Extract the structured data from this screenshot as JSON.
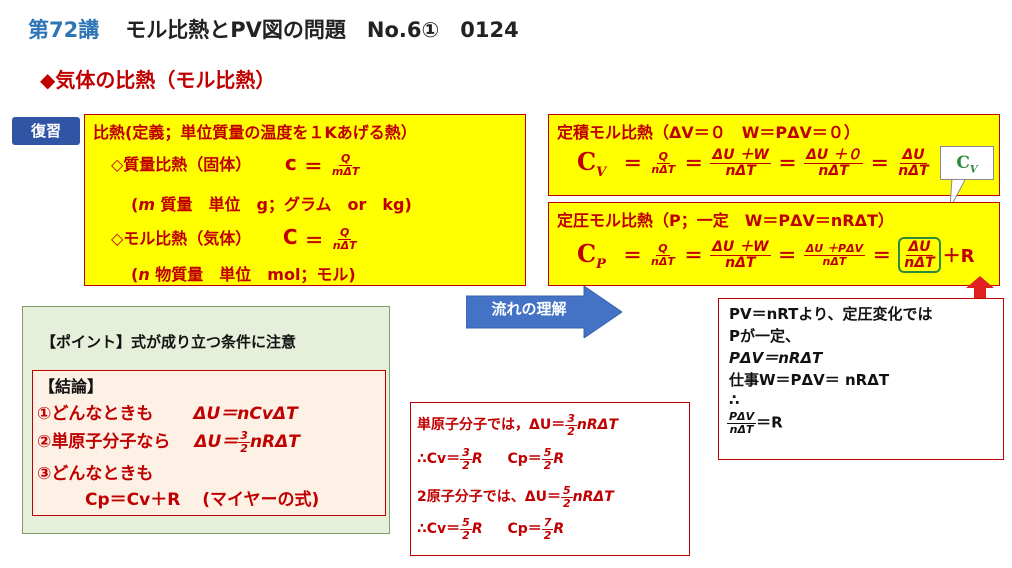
{
  "header": {
    "lecture": "第72講",
    "title": "モル比熱とPV図の問題　No.6①　0124"
  },
  "subtitle": "◆気体の比熱（モル比熱）",
  "review_badge": "復習",
  "review_box": {
    "heading": "比熱(定義；単位質量の温度を１Kあげる熱）",
    "mass_label": "◇質量比熱（固体）",
    "mass_symbol": "c",
    "mass_frac_num": "Q",
    "mass_frac_den": "mΔT",
    "mass_unit_prefix": "m",
    "mass_unit_text": " 質量　単位　g；グラム　or　kg)",
    "molar_label": "◇モル比熱（気体）",
    "molar_symbol": "C",
    "molar_frac_num": "Q",
    "molar_frac_den": "nΔT",
    "molar_unit_prefix": "n",
    "molar_unit_text": " 物質量　単位　mol；モル)"
  },
  "cv_box": {
    "heading": "定積モル比熱（ΔV＝０　W＝PΔV＝０）",
    "symbol": "C",
    "symbol_sub": "V",
    "f1_num": "Q",
    "f1_den": "nΔT",
    "f2_num": "ΔU ＋W",
    "f2_den": "nΔT",
    "f3_num": "ΔU ＋０",
    "f3_den": "nΔT",
    "f4_num": "ΔU",
    "f4_den": "nΔT"
  },
  "callout": {
    "symbol": "C",
    "sub": "V"
  },
  "cp_box": {
    "heading": "定圧モル比熱（P；一定　W＝PΔV＝nRΔT）",
    "symbol": "C",
    "symbol_sub": "P",
    "f1_num": "Q",
    "f1_den": "nΔT",
    "f2_num": "ΔU ＋W",
    "f2_den": "nΔT",
    "f3_num": "ΔU ＋PΔV",
    "f3_den": "nΔT",
    "f4_num": "ΔU",
    "f4_den": "nΔT",
    "plus_r": "＋R"
  },
  "flow_label": "流れの理解",
  "point_panel": {
    "point": "【ポイント】式が成り立つ条件に注意",
    "conclusion_title": "【結論】",
    "line1_label": "①どんなときも",
    "line1_formula": "ΔU＝nCvΔT",
    "line2_label": "②単原子分子なら",
    "line2_formula_pre": "ΔU＝",
    "line2_num": "3",
    "line2_den": "2",
    "line2_formula_post": "nRΔT",
    "line3_label": "③どんなときも",
    "line4_formula": "Cp＝Cv＋R",
    "line4_note": "(マイヤーの式)"
  },
  "mono_box": {
    "l1_text": "単原子分子では，ΔU＝",
    "l1_num": "3",
    "l1_den": "2",
    "l1_post": "nRΔT",
    "l2_cv": "∴Cv＝",
    "l2_cv_num": "3",
    "l2_cv_den": "2",
    "l2_r1": "R",
    "l2_cp": "Cp＝",
    "l2_cp_num": "5",
    "l2_cp_den": "2",
    "l2_r2": "R",
    "l3_text": "2原子分子では、ΔU＝",
    "l3_num": "5",
    "l3_den": "2",
    "l3_post": "nRΔT",
    "l4_cv": "∴Cv＝",
    "l4_cv_num": "5",
    "l4_cv_den": "2",
    "l4_r1": "R",
    "l4_cp": "Cp＝",
    "l4_cp_num": "7",
    "l4_cp_den": "2",
    "l4_r2": "R"
  },
  "right_box": {
    "l1": "PV＝nRTより、定圧変化では",
    "l2": "Pが一定、",
    "l3": "PΔV＝nRΔT",
    "l4": "仕事W＝PΔV＝ nRΔT",
    "l5": "∴",
    "frac_num": "PΔV",
    "frac_den": "nΔT",
    "l6_post": "＝R"
  },
  "colors": {
    "accent": "#2e75b6",
    "red": "#c00000",
    "yellow": "#ffff00",
    "green": "#2e8b3e",
    "badge": "#2f55a4"
  }
}
